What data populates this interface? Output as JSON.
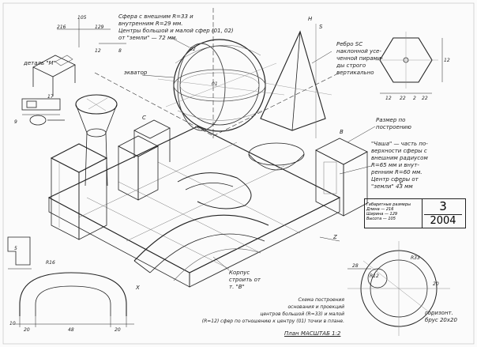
{
  "notes": {
    "sphere": [
      "Сфера с внешним R=33 и",
      "внутренним R=29 мм.",
      "Центры большой и малой сфер (01, 02)",
      "от \"земли\" — 72 мм."
    ],
    "detail_m": "деталь \"М\"",
    "equator": "экватор",
    "edge_sc": [
      "Ребро SC",
      "наклонной усе-",
      "ченной пирами-",
      "ды строго",
      "вертикально"
    ],
    "size_by_construction": [
      "Размер по",
      "построению"
    ],
    "cup": [
      "\"Чаша\" — часть по-",
      "верхности сферы с",
      "внешним радиусом",
      "R=65 мм и внут-",
      "ренним R=60 мм.",
      "Центр сферы от",
      "\"земли\" 43 мм"
    ],
    "body": [
      "Корпус",
      "строить от",
      "т. \"В\""
    ],
    "scheme": [
      "Схема построения",
      "основания и проекций",
      "центров большой (R=33) и малой",
      "(R=12) сфер по отношению к центру (01) точки в плане."
    ],
    "plan_scale": "План МАСШТАБ 1:2",
    "bar": [
      "горизонт.",
      "брус 20х20"
    ],
    "label_c": "С",
    "label_b": "В",
    "label_o1": "01",
    "label_o2": "02",
    "label_h": "H",
    "label_s": "S",
    "label_x": "X",
    "label_y": "Y",
    "label_z": "Z"
  },
  "dimensions": {
    "top": [
      "105",
      "216",
      "129",
      "12",
      "8"
    ],
    "left_detail": [
      "17",
      "9",
      "5"
    ],
    "bottom_left": [
      "R16",
      "10",
      "20",
      "48",
      "20"
    ],
    "hexagon": [
      "12",
      "22",
      "2",
      "22",
      "12"
    ],
    "plan": [
      "R33",
      "R12",
      "28",
      "20"
    ]
  },
  "stamp": {
    "number": "3",
    "year": "2004",
    "info": [
      "Габаритные размеры",
      "Длина — 216",
      "Ширина — 129",
      "Высота — 105"
    ]
  }
}
